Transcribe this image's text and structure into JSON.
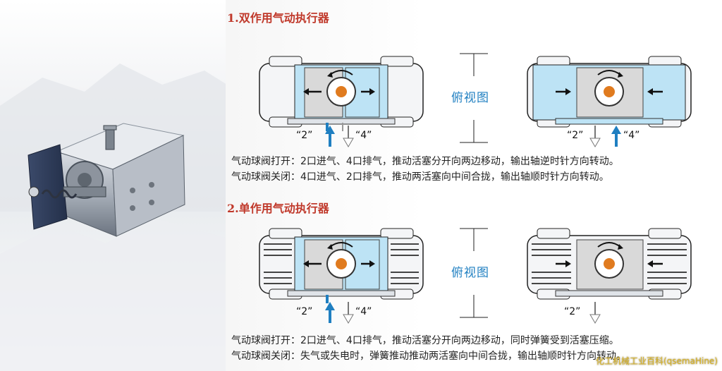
{
  "sections": [
    {
      "title": "1.双作用气动执行器",
      "view_label": "俯视图",
      "open_ports": [
        "“2”",
        "“4”"
      ],
      "close_ports": [
        "“2”",
        "“4”"
      ],
      "line1": "气动球阀打开：2口进气、4口排气，推动活塞分开向两边移动，输出轴逆时针方向转动。",
      "line2": "气动球阀关闭：4口进气、2口排气，推动两活塞向中间合拢，输出轴顺时针方向转动。"
    },
    {
      "title": "2.单作用气动执行器",
      "view_label": "俯视图",
      "open_ports": [
        "“2”",
        "“4”"
      ],
      "close_ports": [
        "“2”"
      ],
      "line1": "气动球阀打开：2口进气、4口排气，推动活塞分开向两边移动，同时弹簧受到活塞压缩。",
      "line2": "气动球阀关闭：失气或失电时，弹簧推动推动两活塞向中间合拢，输出轴顺时针方向转动。"
    }
  ],
  "watermark": "化工机械工业百科(qsemaHine)",
  "colors": {
    "title": "#c0392b",
    "air": "#bde3f5",
    "arrow_in": "#1f7fc1",
    "accent": "#e07b1f"
  }
}
